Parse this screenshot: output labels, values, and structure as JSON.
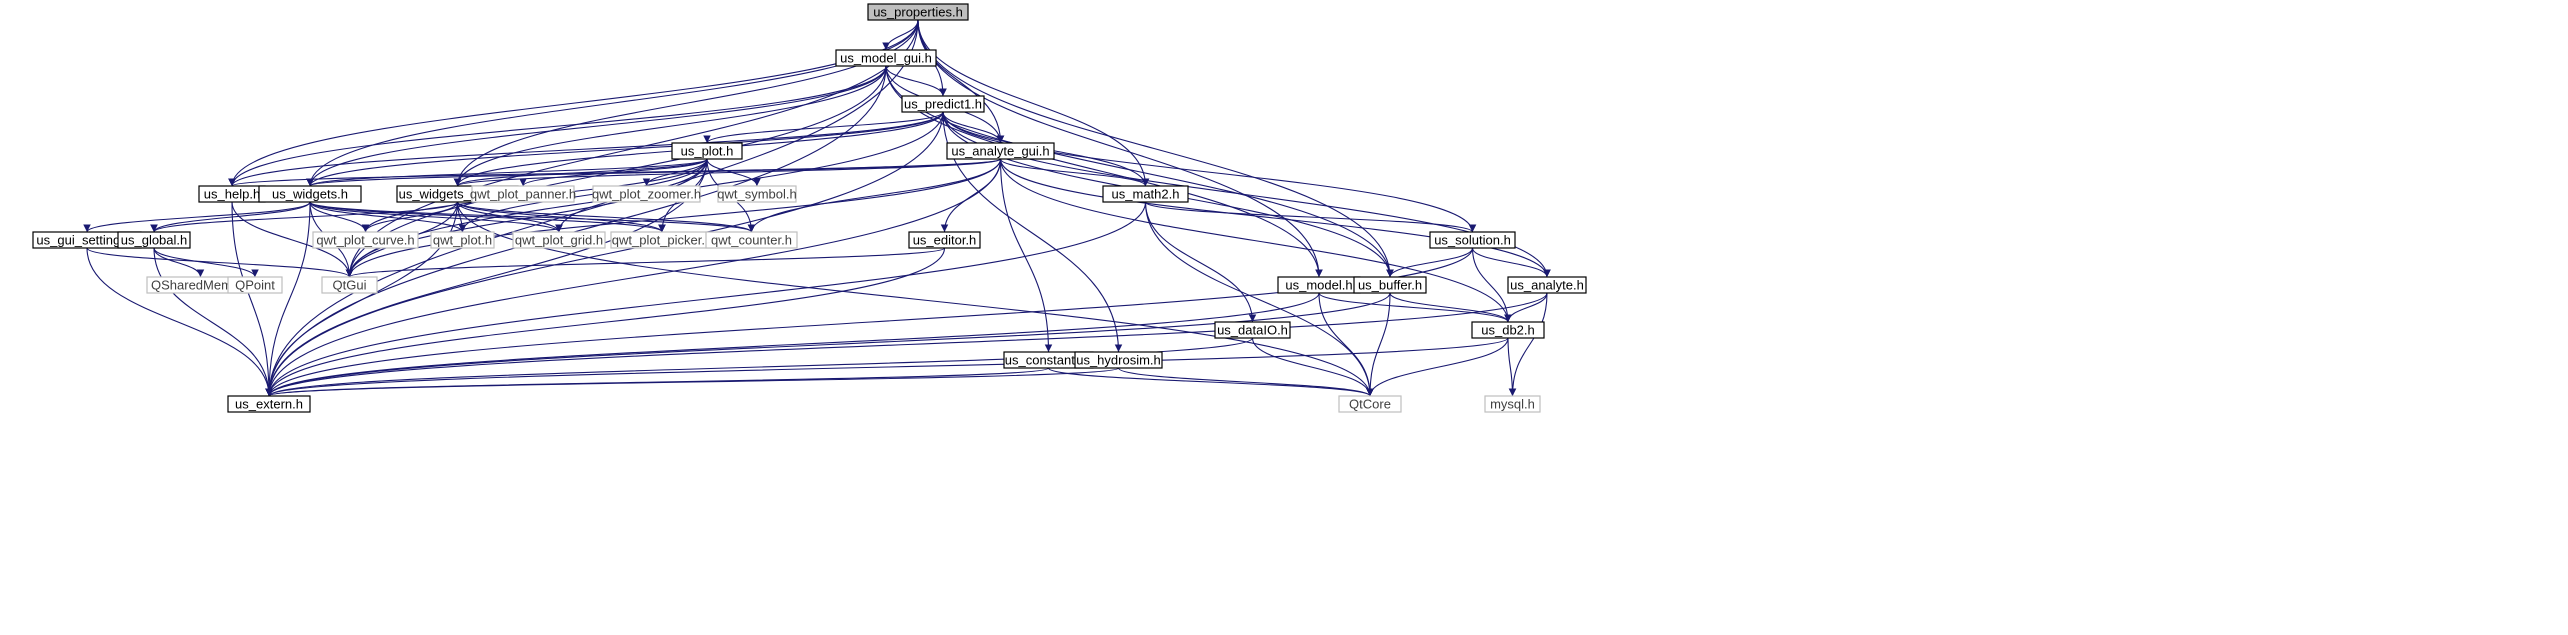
{
  "colors": {
    "edge": "#191970",
    "root_fill": "#bfbfbf",
    "internal_border": "#000000",
    "external_border": "#bfbfbf",
    "external_text": "#404040",
    "text": "#000000"
  },
  "nodes": [
    {
      "id": "us_properties",
      "label": "us_properties.h",
      "kind": "root"
    },
    {
      "id": "us_model_gui",
      "label": "us_model_gui.h",
      "kind": "internal"
    },
    {
      "id": "us_predict1",
      "label": "us_predict1.h",
      "kind": "internal"
    },
    {
      "id": "us_plot",
      "label": "us_plot.h",
      "kind": "internal"
    },
    {
      "id": "us_analyte_gui",
      "label": "us_analyte_gui.h",
      "kind": "internal"
    },
    {
      "id": "us_help",
      "label": "us_help.h",
      "kind": "internal"
    },
    {
      "id": "us_widgets",
      "label": "us_widgets.h",
      "kind": "internal"
    },
    {
      "id": "us_widgets_dialog",
      "label": "us_widgets_dialog.h",
      "kind": "internal"
    },
    {
      "id": "qwt_plot_panner",
      "label": "qwt_plot_panner.h",
      "kind": "external"
    },
    {
      "id": "qwt_plot_zoomer",
      "label": "qwt_plot_zoomer.h",
      "kind": "external"
    },
    {
      "id": "qwt_symbol",
      "label": "qwt_symbol.h",
      "kind": "external"
    },
    {
      "id": "us_math2",
      "label": "us_math2.h",
      "kind": "internal"
    },
    {
      "id": "us_gui_settings",
      "label": "us_gui_settings.h",
      "kind": "internal"
    },
    {
      "id": "us_global",
      "label": "us_global.h",
      "kind": "internal"
    },
    {
      "id": "qwt_plot_curve",
      "label": "qwt_plot_curve.h",
      "kind": "external"
    },
    {
      "id": "qwt_plot",
      "label": "qwt_plot.h",
      "kind": "external"
    },
    {
      "id": "qwt_plot_grid",
      "label": "qwt_plot_grid.h",
      "kind": "external"
    },
    {
      "id": "qwt_plot_picker",
      "label": "qwt_plot_picker.h",
      "kind": "external"
    },
    {
      "id": "qwt_counter",
      "label": "qwt_counter.h",
      "kind": "external"
    },
    {
      "id": "us_editor",
      "label": "us_editor.h",
      "kind": "internal"
    },
    {
      "id": "us_solution",
      "label": "us_solution.h",
      "kind": "internal"
    },
    {
      "id": "qshared",
      "label": "QSharedMemory",
      "kind": "external"
    },
    {
      "id": "qpoint",
      "label": "QPoint",
      "kind": "external"
    },
    {
      "id": "qtgui",
      "label": "QtGui",
      "kind": "external"
    },
    {
      "id": "us_model",
      "label": "us_model.h",
      "kind": "internal"
    },
    {
      "id": "us_buffer",
      "label": "us_buffer.h",
      "kind": "internal"
    },
    {
      "id": "us_analyte",
      "label": "us_analyte.h",
      "kind": "internal"
    },
    {
      "id": "us_dataio",
      "label": "us_dataIO.h",
      "kind": "internal"
    },
    {
      "id": "us_db2",
      "label": "us_db2.h",
      "kind": "internal"
    },
    {
      "id": "us_constants",
      "label": "us_constants.h",
      "kind": "internal"
    },
    {
      "id": "us_hydrosim",
      "label": "us_hydrosim.h",
      "kind": "internal"
    },
    {
      "id": "us_extern",
      "label": "us_extern.h",
      "kind": "internal"
    },
    {
      "id": "qtcore",
      "label": "QtCore",
      "kind": "external"
    },
    {
      "id": "mysql",
      "label": "mysql.h",
      "kind": "external"
    }
  ],
  "edges": [
    [
      "us_properties",
      "us_model_gui"
    ],
    [
      "us_properties",
      "us_predict1"
    ],
    [
      "us_properties",
      "us_analyte_gui"
    ],
    [
      "us_properties",
      "us_help"
    ],
    [
      "us_properties",
      "us_widgets"
    ],
    [
      "us_properties",
      "us_widgets_dialog"
    ],
    [
      "us_properties",
      "qtgui"
    ],
    [
      "us_properties",
      "us_model"
    ],
    [
      "us_properties",
      "us_buffer"
    ],
    [
      "us_properties",
      "us_extern"
    ],
    [
      "us_properties",
      "us_math2"
    ],
    [
      "us_model_gui",
      "us_predict1"
    ],
    [
      "us_model_gui",
      "us_analyte_gui"
    ],
    [
      "us_model_gui",
      "us_help"
    ],
    [
      "us_model_gui",
      "us_widgets"
    ],
    [
      "us_model_gui",
      "us_widgets_dialog"
    ],
    [
      "us_model_gui",
      "qtgui"
    ],
    [
      "us_model_gui",
      "us_extern"
    ],
    [
      "us_model_gui",
      "us_buffer"
    ],
    [
      "us_model_gui",
      "us_model"
    ],
    [
      "us_predict1",
      "us_plot"
    ],
    [
      "us_predict1",
      "us_analyte_gui"
    ],
    [
      "us_predict1",
      "us_help"
    ],
    [
      "us_predict1",
      "us_widgets"
    ],
    [
      "us_predict1",
      "us_widgets_dialog"
    ],
    [
      "us_predict1",
      "us_math2"
    ],
    [
      "us_predict1",
      "us_hydrosim"
    ],
    [
      "us_predict1",
      "us_solution"
    ],
    [
      "us_predict1",
      "us_analyte"
    ],
    [
      "us_predict1",
      "us_buffer"
    ],
    [
      "us_predict1",
      "qtgui"
    ],
    [
      "us_predict1",
      "us_extern"
    ],
    [
      "us_plot",
      "us_widgets"
    ],
    [
      "us_plot",
      "us_widgets_dialog"
    ],
    [
      "us_plot",
      "qwt_plot_panner"
    ],
    [
      "us_plot",
      "qwt_plot_zoomer"
    ],
    [
      "us_plot",
      "qwt_symbol"
    ],
    [
      "us_plot",
      "qwt_plot_curve"
    ],
    [
      "us_plot",
      "qwt_plot"
    ],
    [
      "us_plot",
      "qwt_plot_grid"
    ],
    [
      "us_plot",
      "qwt_plot_picker"
    ],
    [
      "us_plot",
      "qwt_counter"
    ],
    [
      "us_plot",
      "qtgui"
    ],
    [
      "us_plot",
      "us_extern"
    ],
    [
      "us_analyte_gui",
      "us_help"
    ],
    [
      "us_analyte_gui",
      "us_widgets"
    ],
    [
      "us_analyte_gui",
      "us_widgets_dialog"
    ],
    [
      "us_analyte_gui",
      "us_math2"
    ],
    [
      "us_analyte_gui",
      "us_editor"
    ],
    [
      "us_analyte_gui",
      "us_constants"
    ],
    [
      "us_analyte_gui",
      "qwt_counter"
    ],
    [
      "us_analyte_gui",
      "us_analyte"
    ],
    [
      "us_analyte_gui",
      "us_db2"
    ],
    [
      "us_analyte_gui",
      "qtgui"
    ],
    [
      "us_analyte_gui",
      "us_extern"
    ],
    [
      "us_help",
      "qtgui"
    ],
    [
      "us_help",
      "us_extern"
    ],
    [
      "us_widgets",
      "us_gui_settings"
    ],
    [
      "us_widgets",
      "us_global"
    ],
    [
      "us_widgets",
      "qwt_plot_curve"
    ],
    [
      "us_widgets",
      "qwt_plot"
    ],
    [
      "us_widgets",
      "qwt_plot_grid"
    ],
    [
      "us_widgets",
      "qwt_plot_picker"
    ],
    [
      "us_widgets",
      "qwt_counter"
    ],
    [
      "us_widgets",
      "qtgui"
    ],
    [
      "us_widgets",
      "us_extern"
    ],
    [
      "us_widgets_dialog",
      "us_global"
    ],
    [
      "us_widgets_dialog",
      "qwt_plot_curve"
    ],
    [
      "us_widgets_dialog",
      "qwt_plot"
    ],
    [
      "us_widgets_dialog",
      "qwt_plot_grid"
    ],
    [
      "us_widgets_dialog",
      "qwt_plot_picker"
    ],
    [
      "us_widgets_dialog",
      "qwt_counter"
    ],
    [
      "us_widgets_dialog",
      "qtgui"
    ],
    [
      "us_widgets_dialog",
      "us_extern"
    ],
    [
      "us_widgets_dialog",
      "qtcore"
    ],
    [
      "us_gui_settings",
      "qtgui"
    ],
    [
      "us_gui_settings",
      "us_extern"
    ],
    [
      "us_global",
      "qshared"
    ],
    [
      "us_global",
      "qpoint"
    ],
    [
      "us_global",
      "us_extern"
    ],
    [
      "us_math2",
      "us_solution"
    ],
    [
      "us_math2",
      "us_dataio"
    ],
    [
      "us_math2",
      "us_extern"
    ],
    [
      "us_math2",
      "qtcore"
    ],
    [
      "us_editor",
      "qtgui"
    ],
    [
      "us_editor",
      "us_extern"
    ],
    [
      "us_solution",
      "us_buffer"
    ],
    [
      "us_solution",
      "us_analyte"
    ],
    [
      "us_solution",
      "us_db2"
    ],
    [
      "us_solution",
      "us_extern"
    ],
    [
      "us_model",
      "us_extern"
    ],
    [
      "us_model",
      "qtcore"
    ],
    [
      "us_model",
      "us_db2"
    ],
    [
      "us_buffer",
      "us_db2"
    ],
    [
      "us_buffer",
      "us_extern"
    ],
    [
      "us_buffer",
      "qtcore"
    ],
    [
      "us_analyte",
      "us_db2"
    ],
    [
      "us_analyte",
      "us_extern"
    ],
    [
      "us_analyte",
      "mysql"
    ],
    [
      "us_dataio",
      "us_extern"
    ],
    [
      "us_dataio",
      "qtcore"
    ],
    [
      "us_db2",
      "qtcore"
    ],
    [
      "us_db2",
      "mysql"
    ],
    [
      "us_db2",
      "us_extern"
    ],
    [
      "us_constants",
      "us_extern"
    ],
    [
      "us_constants",
      "qtcore"
    ],
    [
      "us_hydrosim",
      "us_extern"
    ],
    [
      "us_hydrosim",
      "qtcore"
    ]
  ]
}
